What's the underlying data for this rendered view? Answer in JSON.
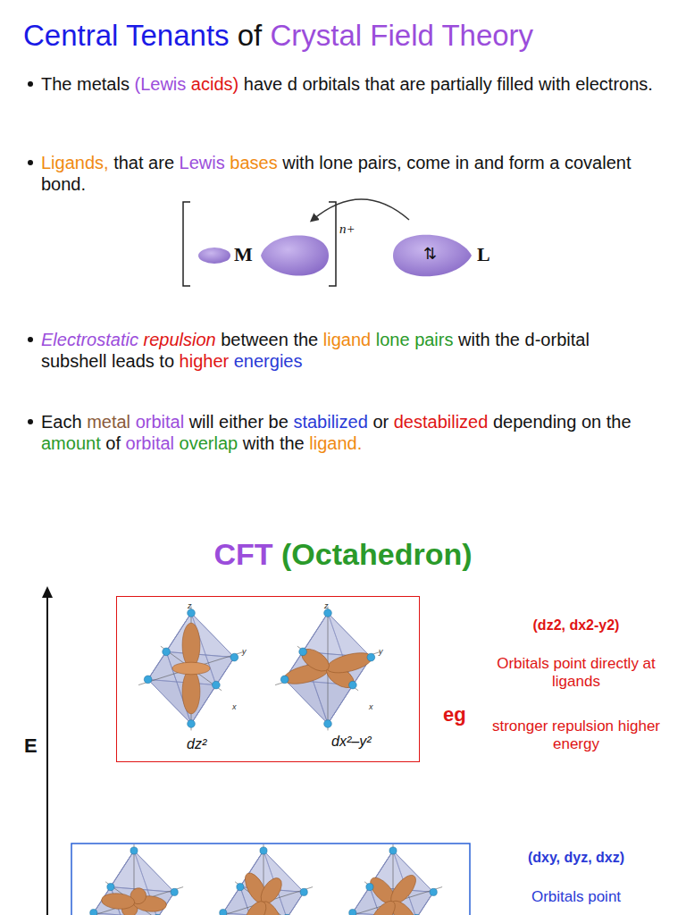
{
  "diagram": {
    "title": "Central Tenants of Crystal Field Theory",
    "nodes": [
      {
        "text": [
          "dz²",
          "dx²–y²"
        ]
      }
    ],
    "labels": [
      "The metals (Lewis acids) have d orbitals that are partially filled with electrons.",
      "Ligands, that are Lewis bases with lone pairs, come in and form a covalent bond.",
      "M",
      "n+",
      "⇅",
      "L",
      "Electrostatic repulsion between the ligand lone pairs with the d-orbital subshell leads to higher energies",
      "Each metal orbital will either be stabilized or destabilized depending on the amount of orbital overlap with the ligand.",
      "CFT (Octahedron)",
      "E",
      "(dz2, dx2-y2)",
      "Orbitals point directly at ligands",
      "stronger repulsion higher energy",
      "eg",
      "(dxy, dyz, dxz)",
      "Orbitals point",
      "z",
      "y",
      "x",
      "z",
      "y",
      "x"
    ]
  }
}
